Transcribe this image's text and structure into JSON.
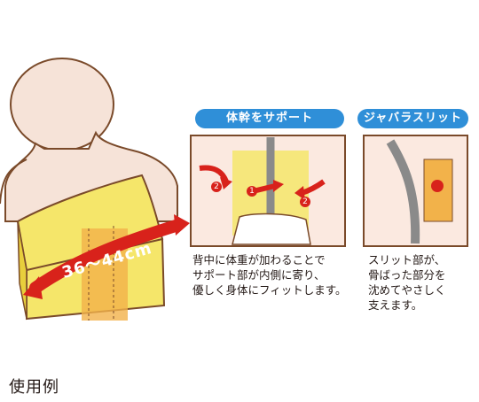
{
  "figure": {
    "width_label": "36～44cm",
    "steps": [
      "2",
      "1",
      "2"
    ]
  },
  "panels": {
    "support": {
      "title": "体幹をサポート",
      "description": "背中に体重が加わることで\nサポート部が内側に寄り、\n優しく身体にフィットします。"
    },
    "slit": {
      "title": "ジャバラスリット",
      "description": "スリット部が、\n骨ばった部分を\n沈めてやさしく\n支えます。"
    }
  },
  "caption": "使用例",
  "colors": {
    "skin": "#f6e3d8",
    "outline": "#7a4a2a",
    "cushion": "#f5e66a",
    "cushion_core": "#f2b24a",
    "arrow_red": "#d8221b",
    "pill_blue": "#2f8fd8"
  }
}
